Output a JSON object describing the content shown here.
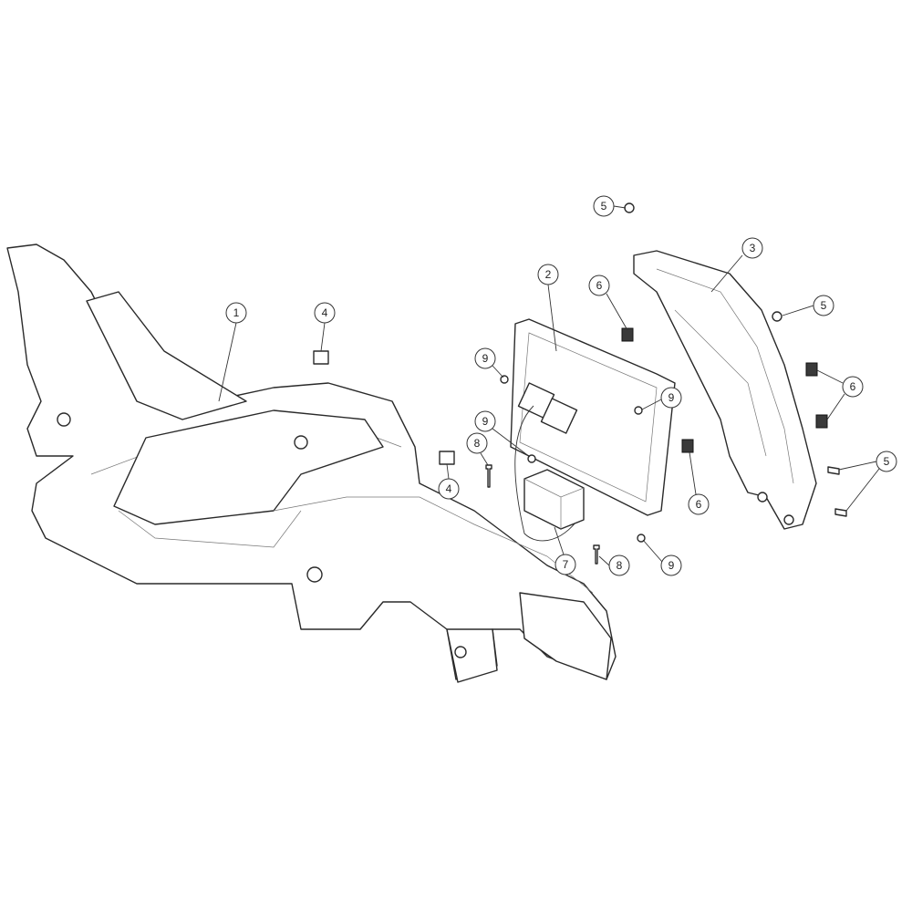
{
  "diagram": {
    "title": "Dashboard panel exploded parts view",
    "callouts": [
      {
        "label": "1",
        "part": "main-dashboard-panel"
      },
      {
        "label": "2",
        "part": "display-unit"
      },
      {
        "label": "3",
        "part": "display-bracket"
      },
      {
        "label": "4",
        "part": "clip-nut-upper"
      },
      {
        "label": "4",
        "part": "clip-nut-lower"
      },
      {
        "label": "5",
        "part": "screw-top"
      },
      {
        "label": "5",
        "part": "screw-bracket-right"
      },
      {
        "label": "5",
        "part": "screws-lower-right"
      },
      {
        "label": "6",
        "part": "clip-upper"
      },
      {
        "label": "6",
        "part": "clips-right"
      },
      {
        "label": "6",
        "part": "clip-lower"
      },
      {
        "label": "7",
        "part": "relay-module"
      },
      {
        "label": "8",
        "part": "bolt-left"
      },
      {
        "label": "8",
        "part": "bolt-right"
      },
      {
        "label": "9",
        "part": "screw-upper-left"
      },
      {
        "label": "9",
        "part": "screw-right"
      },
      {
        "label": "9",
        "part": "screw-middle-left"
      },
      {
        "label": "9",
        "part": "screw-lower-right"
      }
    ]
  }
}
